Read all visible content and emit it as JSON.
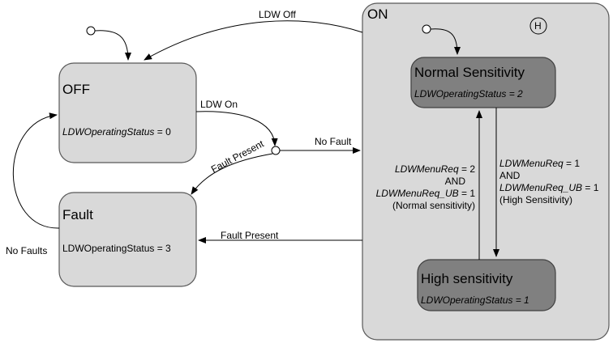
{
  "states": {
    "off": {
      "name": "OFF",
      "var": "LDWOperatingStatus",
      "val": "= 0"
    },
    "fault": {
      "name": "Fault",
      "text": "LDWOperatingStatus = 3"
    },
    "on": {
      "name": "ON",
      "history": "H"
    },
    "normal": {
      "name": "Normal Sensitivity",
      "text": "LDWOperatingStatus = 2"
    },
    "high": {
      "name": "High sensitivity",
      "text": "LDWOperatingStatus = 1"
    }
  },
  "transitions": {
    "ldw_off": "LDW Off",
    "ldw_on": "LDW On",
    "no_fault": "No Fault",
    "fault_present_diag": "Fault Present",
    "fault_present": "Fault Present",
    "no_faults": "No Faults",
    "to_normal": {
      "line1_var": "LDWMenuReq",
      "line1_val": " = 2",
      "line2": "AND",
      "line3_var": "LDWMenuReq_UB",
      "line3_val": " = 1",
      "line4": "(Normal sensitivity)"
    },
    "to_high": {
      "line1_var": "LDWMenuReq",
      "line1_val": " = 1",
      "line2": "AND",
      "line3_var": "LDWMenuReq_UB",
      "line3_val": " = 1",
      "line4": "(High Sensitivity)"
    }
  },
  "colors": {
    "state_fill": "#d9d9d9",
    "on_fill": "#d9d9d9",
    "substate_fill": "#808080",
    "stroke": "#595959"
  }
}
